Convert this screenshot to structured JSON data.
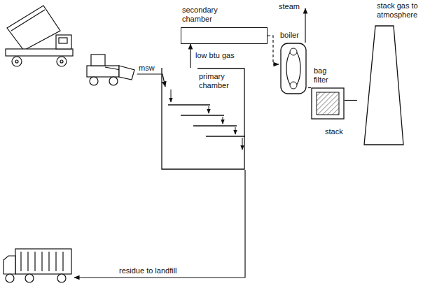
{
  "diagram": {
    "nodes": [
      {
        "text": [
          "secondary chamber"
        ]
      },
      {
        "text": [
          "primary chamber"
        ]
      },
      {
        "text": [
          "boiler"
        ]
      },
      {
        "text": [
          "bag filter"
        ]
      },
      {
        "text": [
          "stack"
        ]
      }
    ],
    "edges": [
      {
        "from": 1,
        "to": 0,
        "arrow": "to",
        "label": "low btu gas"
      },
      {
        "from": 0,
        "to": 2,
        "arrow": "to"
      },
      {
        "from": 2,
        "to": 3,
        "arrow": "none"
      },
      {
        "from": 3,
        "to": 4,
        "arrow": "none"
      }
    ],
    "labels": [
      "steam",
      "stack gas to atmosphere",
      "msw",
      "residue to landfill"
    ]
  }
}
